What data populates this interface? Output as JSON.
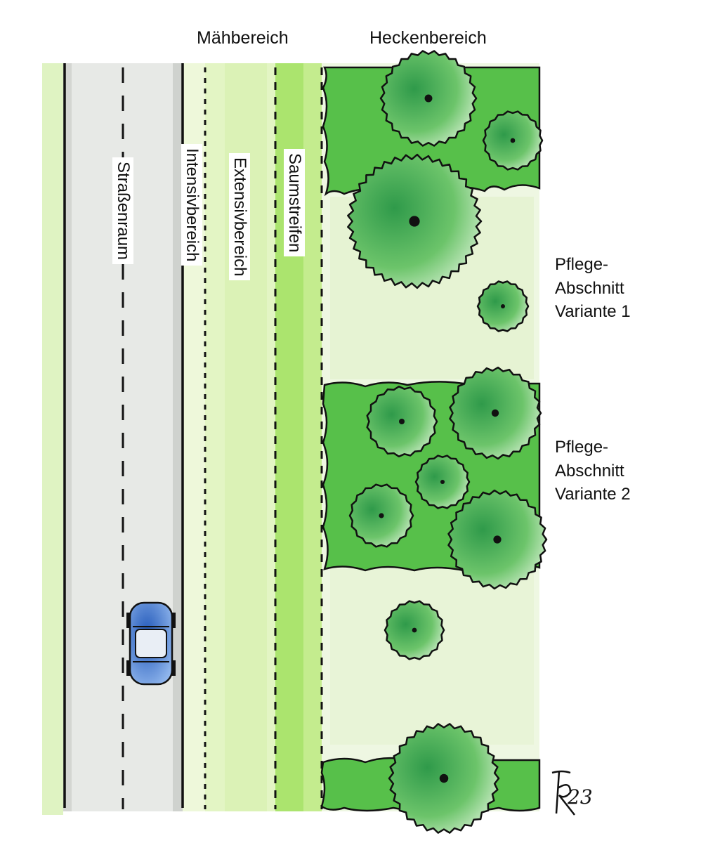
{
  "header": {
    "mow_zone": "Mähbereich",
    "hedge_zone": "Heckenbereich"
  },
  "strips": {
    "road": "Straßenraum",
    "intensive": "Intensivbereich",
    "extensive": "Extensivbereich",
    "margin": "Saumstreifen"
  },
  "sections": [
    {
      "text": "Pflege-\nAbschnitt\nVariante 1"
    },
    {
      "text": "Pflege-\nAbschnitt\nVariante 2"
    }
  ],
  "signature": "23",
  "colors": {
    "road": "#e7e9e6",
    "road_edge": "#cfd2ce",
    "grass_light": "#e6f6c8",
    "grass_bright": "#a9e36a",
    "hedge": "#43b83c",
    "tree_dark": "#2e8f46",
    "tree_light": "#d9f2d6",
    "car": "#2f6fd0",
    "ink": "#111111"
  }
}
